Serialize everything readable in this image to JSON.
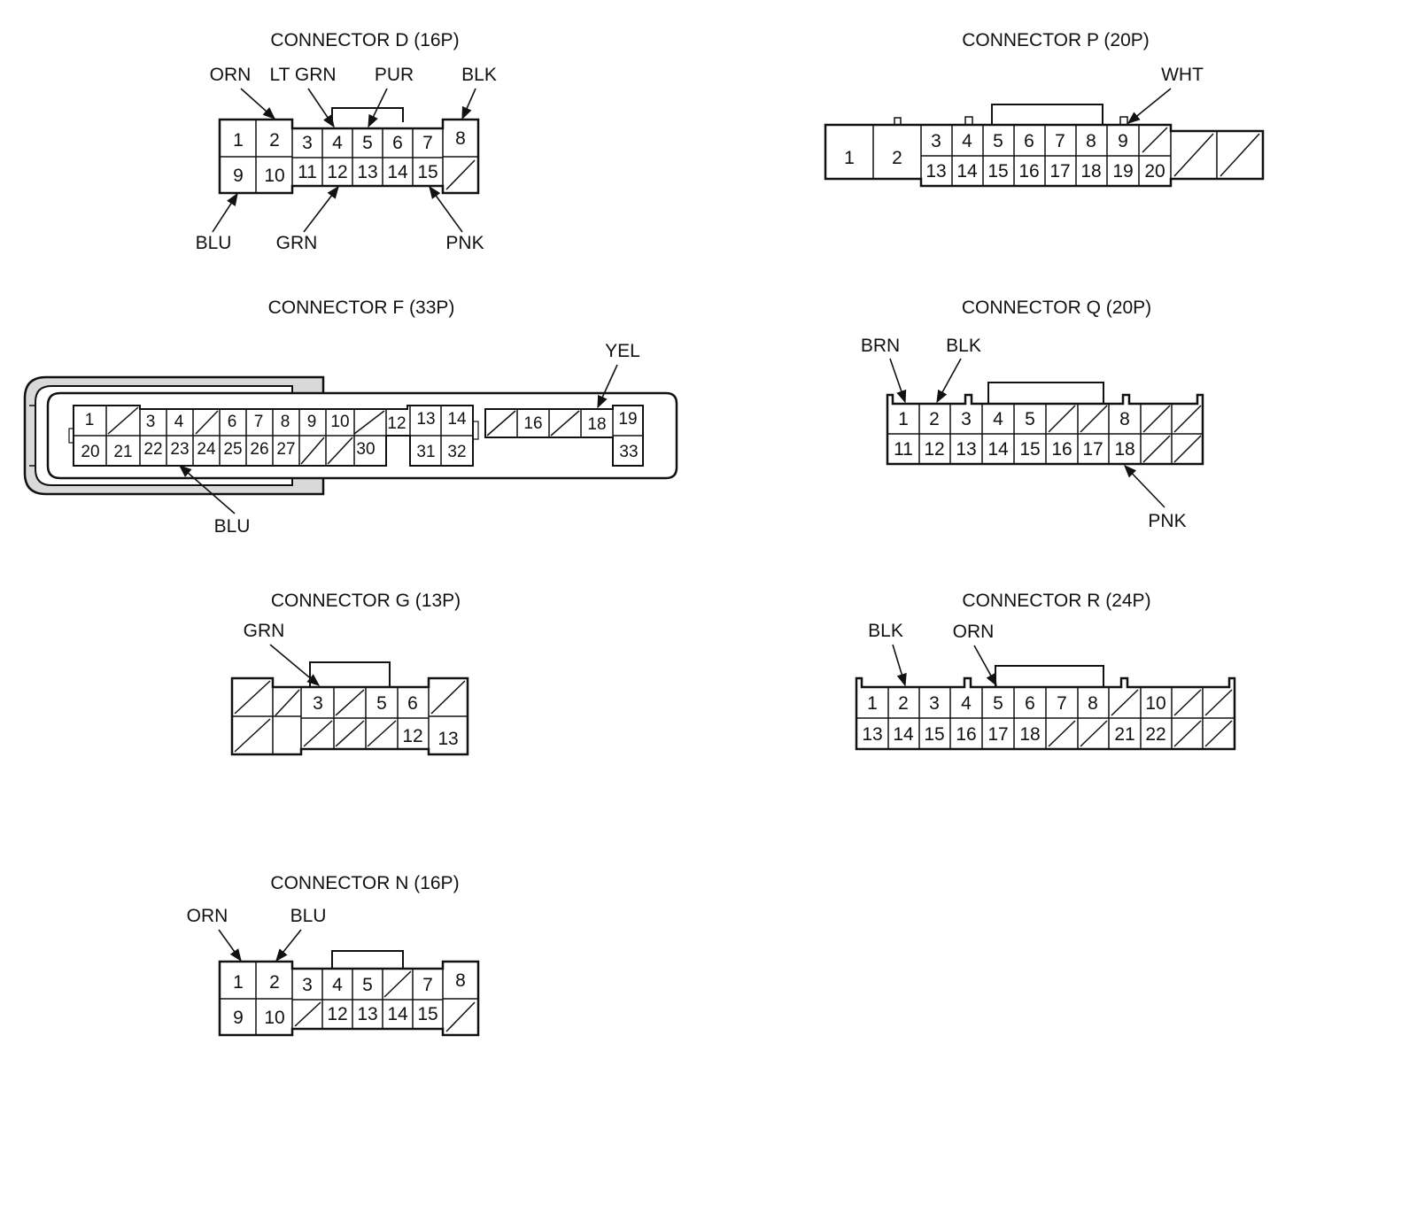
{
  "connectors": {
    "D": {
      "title": "CONNECTOR D (16P)",
      "top_pins": [
        "1",
        "2",
        "3",
        "4",
        "5",
        "6",
        "7",
        "8"
      ],
      "bottom_pins": [
        "9",
        "10",
        "11",
        "12",
        "13",
        "14",
        "15",
        ""
      ],
      "wires": [
        {
          "label": "ORN",
          "pin": "2"
        },
        {
          "label": "LT GRN",
          "pin": "4"
        },
        {
          "label": "PUR",
          "pin": "5"
        },
        {
          "label": "BLK",
          "pin": "8"
        },
        {
          "label": "BLU",
          "pin": "9"
        },
        {
          "label": "GRN",
          "pin": "12"
        },
        {
          "label": "PNK",
          "pin": "15"
        }
      ]
    },
    "P": {
      "title": "CONNECTOR P (20P)",
      "large_pins": [
        "1",
        "2"
      ],
      "top_pins": [
        "3",
        "4",
        "5",
        "6",
        "7",
        "8",
        "9",
        ""
      ],
      "bottom_pins": [
        "13",
        "14",
        "15",
        "16",
        "17",
        "18",
        "19",
        "20"
      ],
      "wires": [
        {
          "label": "WHT",
          "pin": "9"
        }
      ]
    },
    "F": {
      "title": "CONNECTOR F (33P)",
      "top_pins": [
        "1",
        "",
        "3",
        "4",
        "",
        "6",
        "7",
        "8",
        "9",
        "10",
        "",
        "12",
        "13",
        "14",
        "",
        "16",
        "",
        "18",
        "19"
      ],
      "bottom_pins": [
        "20",
        "21",
        "22",
        "23",
        "24",
        "25",
        "26",
        "27",
        "",
        "",
        "30",
        "31",
        "32",
        "33"
      ],
      "wires": [
        {
          "label": "YEL",
          "pin": "18"
        },
        {
          "label": "BLU",
          "pin": "23"
        }
      ]
    },
    "Q": {
      "title": "CONNECTOR Q (20P)",
      "top_pins": [
        "1",
        "2",
        "3",
        "4",
        "5",
        "",
        "",
        "8",
        "",
        ""
      ],
      "bottom_pins": [
        "11",
        "12",
        "13",
        "14",
        "15",
        "16",
        "17",
        "18",
        "",
        ""
      ],
      "wires": [
        {
          "label": "BRN",
          "pin": "1"
        },
        {
          "label": "BLK",
          "pin": "2"
        },
        {
          "label": "PNK",
          "pin": "18"
        }
      ]
    },
    "G": {
      "title": "CONNECTOR G (13P)",
      "top_pins": [
        "",
        "",
        "3",
        "",
        "5",
        "6",
        ""
      ],
      "bottom_pins": [
        "",
        "",
        "",
        "",
        "12",
        "13"
      ],
      "wires": [
        {
          "label": "GRN",
          "pin": "3"
        }
      ]
    },
    "R": {
      "title": "CONNECTOR R (24P)",
      "top_pins": [
        "1",
        "2",
        "3",
        "4",
        "5",
        "6",
        "7",
        "8",
        "",
        "10",
        "",
        ""
      ],
      "bottom_pins": [
        "13",
        "14",
        "15",
        "16",
        "17",
        "18",
        "",
        "",
        "21",
        "22",
        "",
        ""
      ],
      "wires": [
        {
          "label": "BLK",
          "pin": "2"
        },
        {
          "label": "ORN",
          "pin": "5"
        }
      ]
    },
    "N": {
      "title": "CONNECTOR N (16P)",
      "top_pins": [
        "1",
        "2",
        "3",
        "4",
        "5",
        "",
        "7",
        "8"
      ],
      "bottom_pins": [
        "9",
        "10",
        "",
        "12",
        "13",
        "14",
        "15",
        ""
      ],
      "wires": [
        {
          "label": "ORN",
          "pin": "1"
        },
        {
          "label": "BLU",
          "pin": "2"
        }
      ]
    }
  }
}
